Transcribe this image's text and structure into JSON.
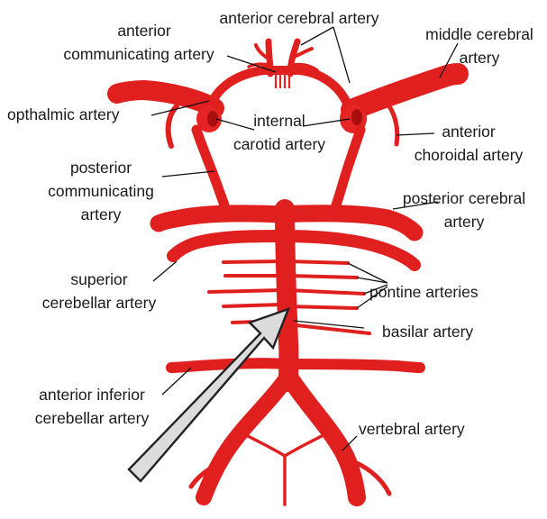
{
  "colors": {
    "vessel": "#e52424",
    "vessel_shadow": "#c01010",
    "label_text": "#1a1a1a",
    "arrow_fill": "#dcdcdc",
    "arrow_stroke": "#222222"
  },
  "labels": {
    "anterior_communicating_artery": {
      "line1": "anterior",
      "line2": "communicating artery"
    },
    "anterior_cerebral_artery": "anterior cerebral artery",
    "middle_cerebral_artery": {
      "line1": "middle cerebral",
      "line2": "artery"
    },
    "opthalmic_artery": "opthalmic artery",
    "internal_carotid_artery": {
      "line1": "internal",
      "line2": "carotid artery"
    },
    "anterior_choroidal_artery": {
      "line1": "anterior",
      "line2": "choroidal artery"
    },
    "posterior_communicating_artery": {
      "line1": "posterior",
      "line2": "communicating",
      "line3": "artery"
    },
    "posterior_cerebral_artery": {
      "line1": "posterior cerebral",
      "line2": "artery"
    },
    "superior_cerebellar_artery": {
      "line1": "superior",
      "line2": "cerebellar artery"
    },
    "pontine_arteries": "pontine arteries",
    "basilar_artery": "basilar artery",
    "anterior_inferior_cerebellar_artery": {
      "line1": "anterior inferior",
      "line2": "cerebellar artery"
    },
    "vertebral_artery": "vertebral artery"
  }
}
